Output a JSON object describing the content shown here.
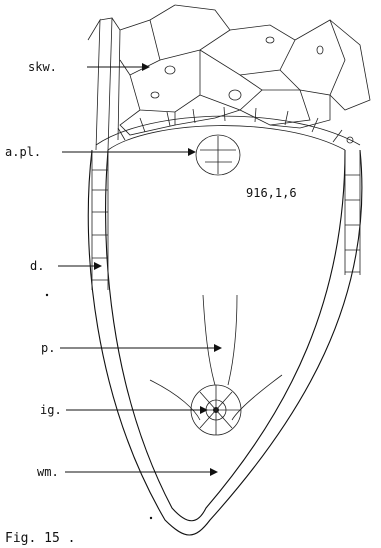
{
  "figure": {
    "labels": {
      "skw": "skw.",
      "apl": "a.pl.",
      "d": "d.",
      "p": "p.",
      "ig": "ig.",
      "wm": "wm."
    },
    "annotation": "916,1,6",
    "caption": "Fig. 15 ."
  }
}
